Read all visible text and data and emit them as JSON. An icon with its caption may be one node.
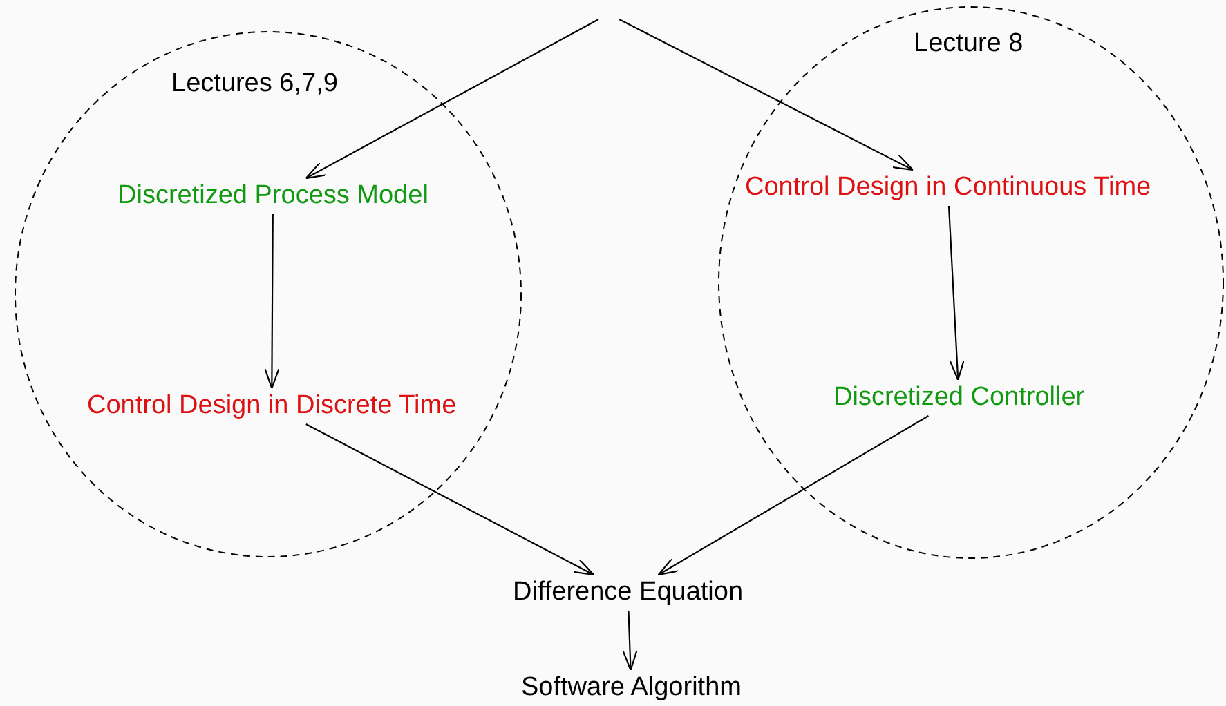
{
  "diagram": {
    "nodes": [
      {
        "text": [
          "Lectures 6,7,9"
        ]
      },
      {
        "text": [
          "Discretized Process Model"
        ],
        "in": 0
      },
      {
        "text": [
          "Control Design in Discrete Time"
        ],
        "in": 0
      },
      {
        "text": [
          "Lecture 8"
        ]
      },
      {
        "text": [
          "Control Design in Continuous Time"
        ],
        "in": 3
      },
      {
        "text": [
          "Discretized Controller"
        ],
        "in": 3
      },
      {
        "text": [
          "Difference Equation"
        ]
      },
      {
        "text": [
          "Software Algorithm"
        ]
      }
    ],
    "edges": [
      {
        "from": null,
        "to": 1,
        "arrow": "to"
      },
      {
        "from": null,
        "to": 4,
        "arrow": "to"
      },
      {
        "from": 1,
        "to": 2,
        "arrow": "to"
      },
      {
        "from": 4,
        "to": 5,
        "arrow": "to"
      },
      {
        "from": 2,
        "to": 6,
        "arrow": "to"
      },
      {
        "from": 5,
        "to": 6,
        "arrow": "to"
      },
      {
        "from": 6,
        "to": 7,
        "arrow": "to"
      }
    ]
  }
}
